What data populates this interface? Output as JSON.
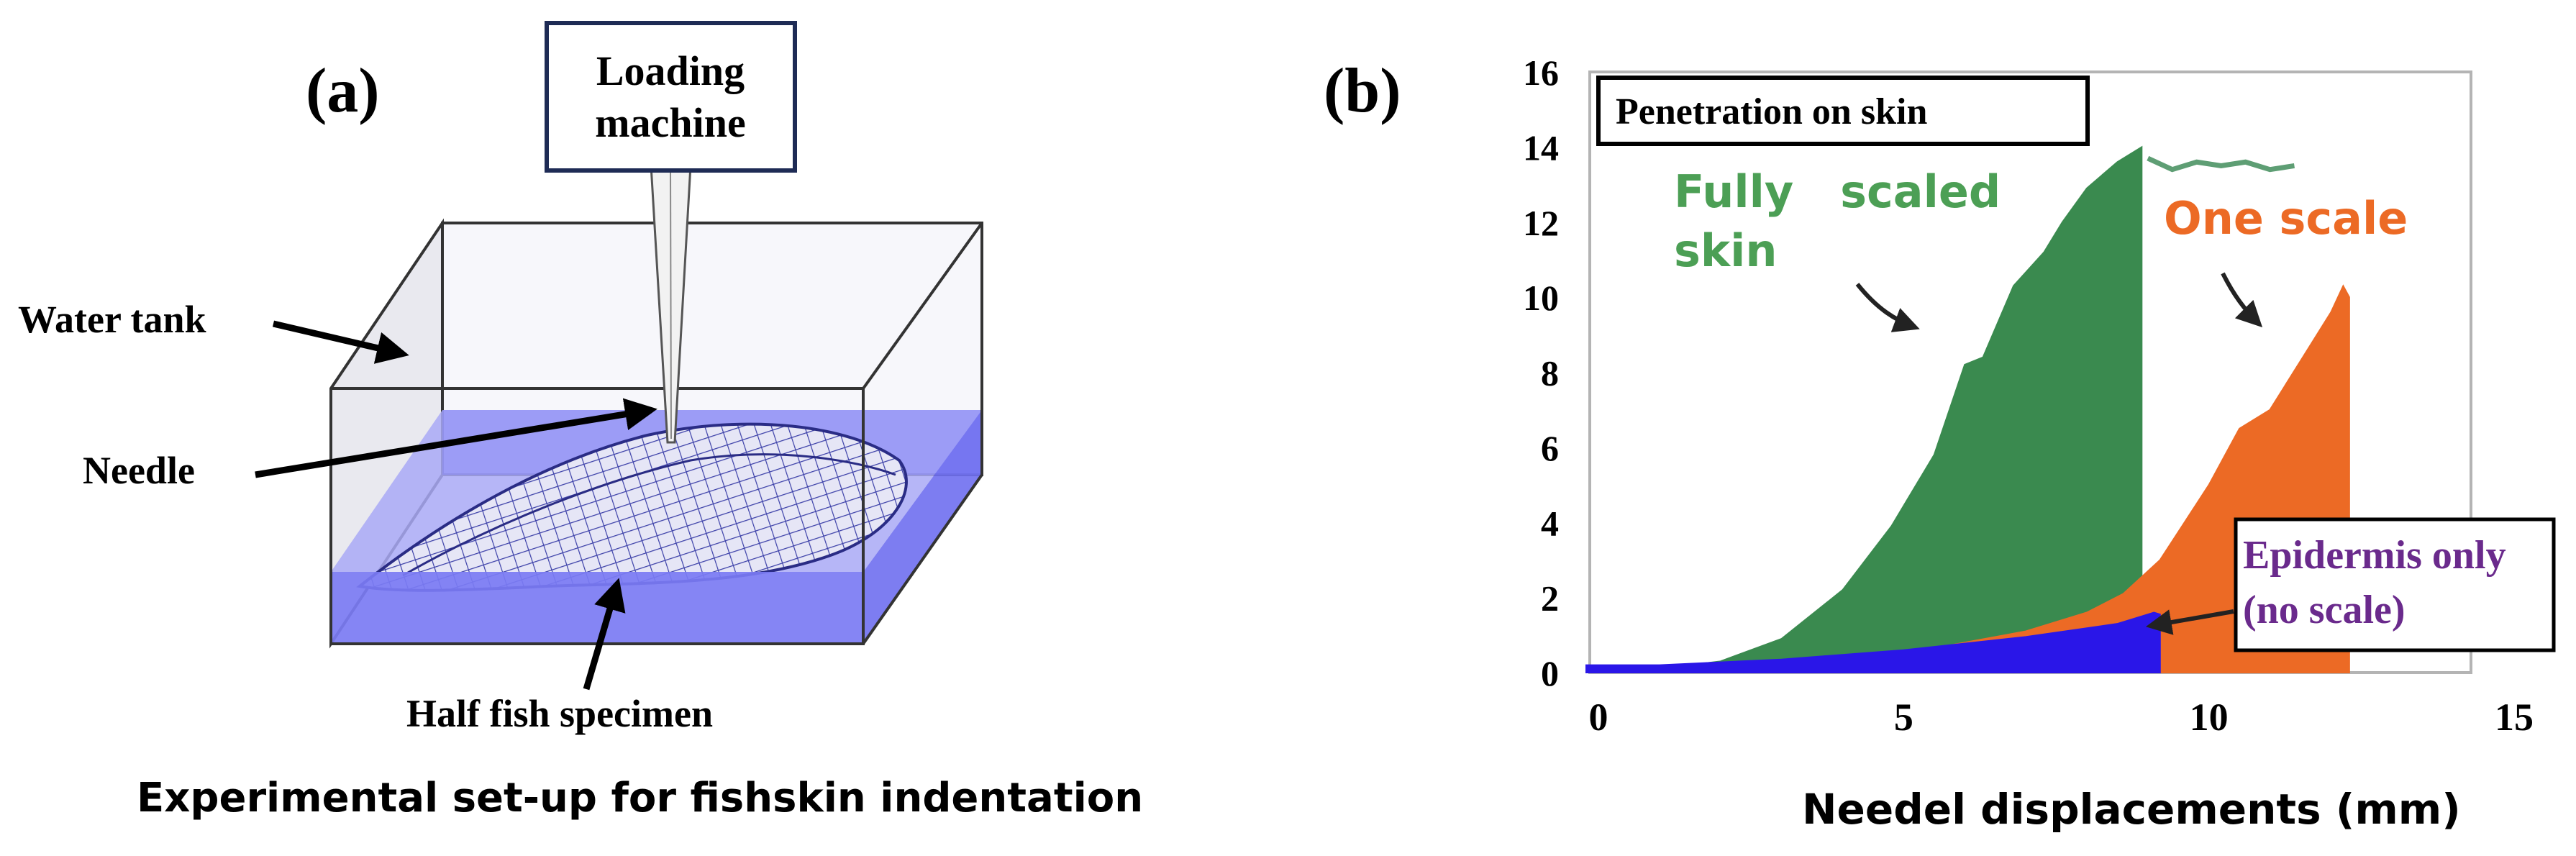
{
  "panel_a": {
    "label": "(a)",
    "loading_machine": [
      "Loading",
      "machine"
    ],
    "water_tank": "Water tank",
    "needle": "Needle",
    "half_fish": "Half fish specimen",
    "caption": "Experimental set-up for fishskin indentation",
    "water_color": "#7b7bf3",
    "fish_color": "#3b3fa8"
  },
  "panel_b": {
    "label": "(b)"
  },
  "chart_data": {
    "type": "area",
    "title": "Penetration on skin",
    "xlabel": "Needel displacements (mm)",
    "ylabel": "",
    "xlim": [
      0,
      15
    ],
    "ylim": [
      0,
      16
    ],
    "xticks": [
      0,
      5,
      10,
      15
    ],
    "yticks": [
      0,
      2,
      4,
      6,
      8,
      10,
      12,
      14,
      16
    ],
    "grid": false,
    "series": [
      {
        "name": "Fully scaled skin",
        "label_lines": [
          "Fully   scaled",
          "skin"
        ],
        "color": "#3a8a4f",
        "label_color": "#4c9f55",
        "x": [
          0,
          1,
          2,
          3,
          4,
          4.8,
          5.5,
          6,
          6.3,
          6.8,
          7.3,
          7.6,
          8,
          8.5,
          8.9
        ],
        "y": [
          0,
          0.1,
          0.3,
          0.9,
          2.2,
          3.9,
          5.8,
          8.2,
          8.4,
          10.3,
          11.2,
          12.0,
          12.9,
          13.6,
          14.0
        ],
        "tail_x": [
          9.0,
          9.4,
          9.8,
          10.2,
          10.6,
          11.0,
          11.4
        ],
        "tail_y": [
          13.7,
          13.4,
          13.6,
          13.5,
          13.6,
          13.4,
          13.5
        ]
      },
      {
        "name": "One scale",
        "label_lines": [
          "One scale"
        ],
        "color": "#ec6a25",
        "label_color": "#ec6a25",
        "x": [
          0,
          3,
          5,
          7,
          8,
          8.6,
          9.2,
          9.6,
          10,
          10.5,
          11,
          11.5,
          12,
          12.2,
          12.3
        ],
        "y": [
          0,
          0.1,
          0.5,
          1.1,
          1.6,
          2.1,
          3.0,
          4.0,
          5.0,
          6.5,
          7.0,
          8.3,
          9.6,
          10.3,
          10.0
        ]
      },
      {
        "name": "Epidermis only (no scale)",
        "label_lines": [
          "Epidermis only",
          "(no scale)"
        ],
        "color": "#2a16e8",
        "label_color": "#6a2a8c",
        "x": [
          -0.2,
          1,
          3,
          5,
          7,
          8.5,
          9.1,
          9.2
        ],
        "y": [
          0.2,
          0.2,
          0.35,
          0.6,
          0.95,
          1.3,
          1.6,
          1.55
        ]
      }
    ]
  }
}
